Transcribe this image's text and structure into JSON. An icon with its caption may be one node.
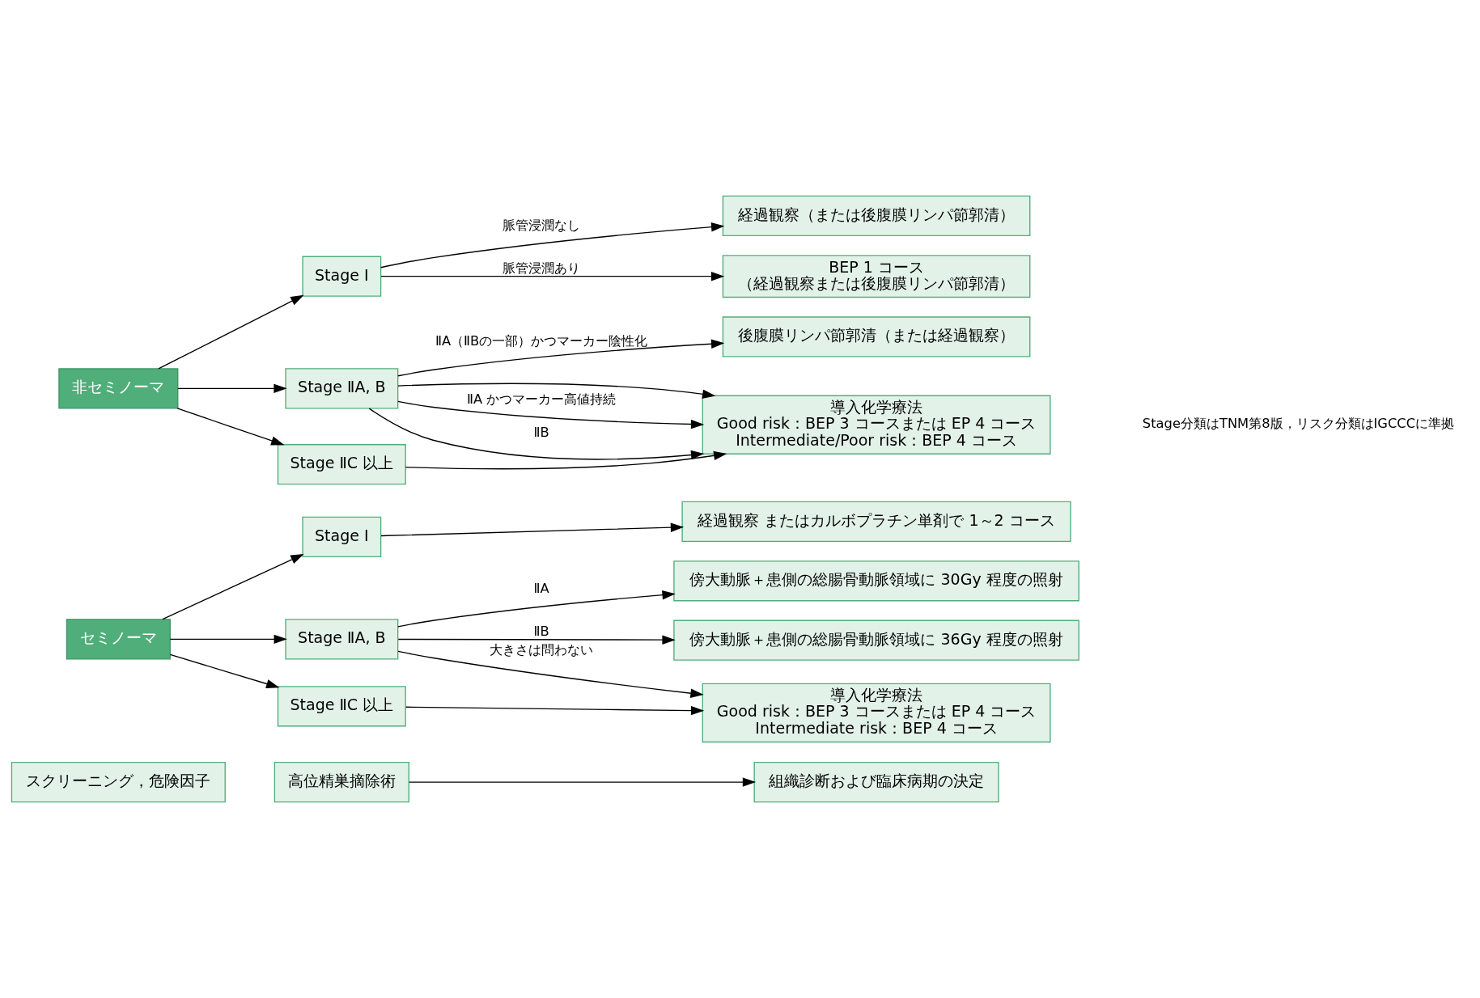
{
  "diagram": {
    "nodes": [
      {
        "text": [
          "スクリーニング，危険因子"
        ]
      },
      {
        "text": [
          "高位精巣摘除術"
        ]
      },
      {
        "text": [
          "組織診断および臨床病期の決定"
        ]
      },
      {
        "text": [
          "セミノーマ"
        ]
      },
      {
        "text": [
          "Stage Ⅰ"
        ]
      },
      {
        "text": [
          "Stage ⅡA, B"
        ]
      },
      {
        "text": [
          "Stage ⅡC 以上"
        ]
      },
      {
        "text": [
          "経過観察 またはカルボプラチン単剤で 1～2 コース"
        ]
      },
      {
        "text": [
          "傍大動脈＋患側の総腸骨動脈領域に 30Gy 程度の照射"
        ]
      },
      {
        "text": [
          "傍大動脈＋患側の総腸骨動脈領域に 36Gy 程度の照射"
        ]
      },
      {
        "text": [
          "導入化学療法",
          "Good risk：BEP 3 コースまたは EP 4 コース",
          "Intermediate risk：BEP 4 コース"
        ]
      },
      {
        "text": [
          "非セミノーマ"
        ]
      },
      {
        "text": [
          "Stage Ⅰ"
        ]
      },
      {
        "text": [
          "Stage ⅡA, B"
        ]
      },
      {
        "text": [
          "Stage ⅡC 以上"
        ]
      },
      {
        "text": [
          "経過観察（または後腹膜リンパ節郭清）"
        ]
      },
      {
        "text": [
          "BEP 1 コース",
          "（経過観察または後腹膜リンパ節郭清）"
        ]
      },
      {
        "text": [
          "後腹膜リンパ節郭清（または経過観察）"
        ]
      },
      {
        "text": [
          "導入化学療法",
          "Good risk：BEP 3 コースまたは EP 4 コース",
          "Intermediate/Poor risk：BEP 4 コース"
        ]
      }
    ],
    "edges": [
      {
        "from": 1,
        "to": 2,
        "arrow": "to"
      },
      {
        "from": 3,
        "to": 4,
        "arrow": "to"
      },
      {
        "from": 3,
        "to": 5,
        "arrow": "to"
      },
      {
        "from": 3,
        "to": 6,
        "arrow": "to"
      },
      {
        "from": 4,
        "to": 7,
        "arrow": "to"
      },
      {
        "from": 5,
        "to": 8,
        "arrow": "to",
        "label": "ⅡA"
      },
      {
        "from": 5,
        "to": 9,
        "arrow": "to",
        "label": "ⅡB"
      },
      {
        "from": 5,
        "to": 10,
        "arrow": "to",
        "label": "大きさは問わない"
      },
      {
        "from": 6,
        "to": 10,
        "arrow": "to"
      },
      {
        "from": 11,
        "to": 12,
        "arrow": "to"
      },
      {
        "from": 11,
        "to": 13,
        "arrow": "to"
      },
      {
        "from": 11,
        "to": 14,
        "arrow": "to"
      },
      {
        "from": 12,
        "to": 15,
        "arrow": "to",
        "label": "脈管浸潤なし"
      },
      {
        "from": 12,
        "to": 16,
        "arrow": "to",
        "label": "脈管浸潤あり"
      },
      {
        "from": 13,
        "to": 17,
        "arrow": "to",
        "label": "ⅡA（ⅡBの一部）かつマーカー陰性化"
      },
      {
        "from": 13,
        "to": 18,
        "arrow": "to"
      },
      {
        "from": 13,
        "to": 18,
        "arrow": "to",
        "label": "ⅡA かつマーカー高値持続"
      },
      {
        "from": 13,
        "to": 18,
        "arrow": "to",
        "label": "ⅡB"
      },
      {
        "from": 14,
        "to": 18,
        "arrow": "to"
      }
    ],
    "labels": [
      "Stage分類はTNM第8版，リスク分類はIGCCCに準拠"
    ]
  }
}
